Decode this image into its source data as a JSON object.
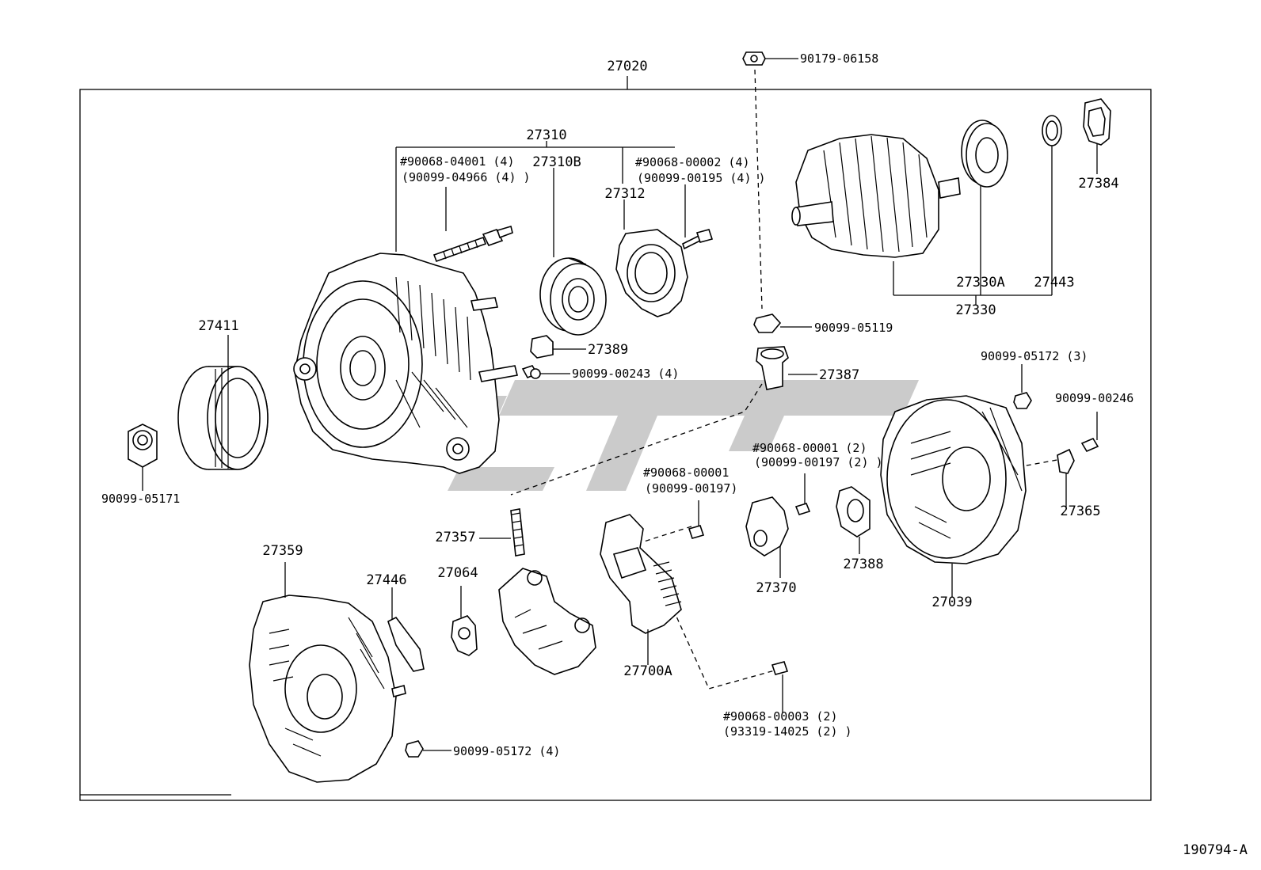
{
  "diagram_code": "190794-A",
  "assembly": {
    "part_no": "27020"
  },
  "groups": {
    "brush_holder_group": "27310",
    "rotor_group": "27330"
  },
  "parts": {
    "p27310B": "27310B",
    "p27312": "27312",
    "p27384": "27384",
    "p27330A": "27330A",
    "p27443": "27443",
    "p27411": "27411",
    "p27389": "27389",
    "p27387": "27387",
    "p27365": "27365",
    "p27388": "27388",
    "p27370": "27370",
    "p27039": "27039",
    "p27359": "27359",
    "p27446": "27446",
    "p27064": "27064",
    "p27357": "27357",
    "p27700A": "27700A"
  },
  "fasteners": {
    "f_90179_06158": "90179-06158",
    "f_stud_a1": "#90068-04001 (4)",
    "f_stud_a2": "(90099-04966 (4) )",
    "f_bolt_b1": "#90068-00002 (4)",
    "f_bolt_b2": "(90099-00195 (4) )",
    "f_90099_05119": "90099-05119",
    "f_90099_00243": "90099-00243 (4)",
    "f_90099_05172_3": "90099-05172 (3)",
    "f_90099_00246": "90099-00246",
    "f_90099_05171": "90099-05171",
    "f_c1": "#90068-00001 (2)",
    "f_c2": "(90099-00197 (2) )",
    "f_d1": "#90068-00001",
    "f_d2": "(90099-00197)",
    "f_e1": "#90068-00003 (2)",
    "f_e2": "(93319-14025 (2) )",
    "f_90099_05172_4": "90099-05172 (4)"
  }
}
